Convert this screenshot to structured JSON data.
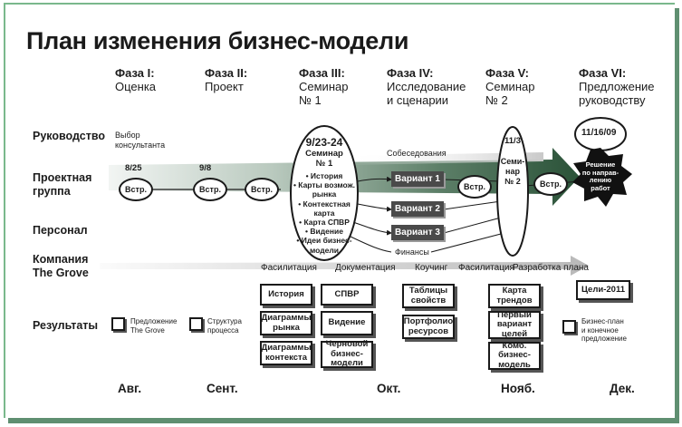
{
  "title": "План изменения бизнес-модели",
  "phases": [
    {
      "label": "Фаза I:",
      "sub": [
        "Оценка"
      ]
    },
    {
      "label": "Фаза II:",
      "sub": [
        "Проект"
      ]
    },
    {
      "label": "Фаза III:",
      "sub": [
        "Семинар",
        "№ 1"
      ]
    },
    {
      "label": "Фаза IV:",
      "sub": [
        "Исследование",
        "и сценарии"
      ]
    },
    {
      "label": "Фаза V:",
      "sub": [
        "Семинар",
        "№ 2"
      ]
    },
    {
      "label": "Фаза VI:",
      "sub": [
        "Предложение",
        "руководству"
      ]
    }
  ],
  "rows": {
    "leadership": "Руководство",
    "project_team": [
      "Проектная",
      "группа"
    ],
    "staff": "Персонал",
    "company": [
      "Компания",
      "The Grove"
    ],
    "results": "Результаты"
  },
  "annotations": {
    "consultant_choice": [
      "Выбор",
      "консультанта"
    ],
    "interviews": "Собеседования",
    "finances": "Финансы"
  },
  "dates": {
    "d1": "8/25",
    "d2": "9/8",
    "d3": "9/23-24",
    "d4": "11/3",
    "d5": "11/16/09"
  },
  "meeting_label": "Встр.",
  "seminar1": {
    "heading": [
      "Семинар",
      "№ 1"
    ],
    "items": [
      "• История",
      "• Карты возмож.",
      "рынка",
      "• Контекстная",
      "карта",
      "• Карта СПВР",
      "• Видение",
      "• Идеи бизнес-",
      "модели"
    ]
  },
  "seminar2": {
    "label": [
      "Семи-",
      "нар",
      "№ 2"
    ]
  },
  "variants": [
    "Вариант 1",
    "Вариант 2",
    "Вариант 3"
  ],
  "decision": [
    "Решение",
    "по направ-",
    "лению",
    "работ"
  ],
  "process_steps": [
    "Фасилитация",
    "Документация",
    "Коучинг",
    "Фасилитация",
    "Разработка плана"
  ],
  "results": {
    "grove_proposal": [
      "Предложение",
      "The Grove"
    ],
    "process_structure": [
      "Структура",
      "процесса"
    ],
    "history": "История",
    "spvr": "СПВР",
    "market_diagrams": [
      "Диаграммы",
      "рынка"
    ],
    "vision": "Видение",
    "context_diagrams": [
      "Диаграммы",
      "контекста"
    ],
    "draft_model": [
      "Черновой",
      "бизнес-",
      "модели"
    ],
    "property_tables": [
      "Таблицы",
      "свойств"
    ],
    "resource_portfolio": [
      "Портфолио",
      "ресурсов"
    ],
    "trend_map": [
      "Карта",
      "трендов"
    ],
    "first_variant": [
      "Первый",
      "вариант",
      "целей"
    ],
    "combined_model": [
      "Комб.",
      "бизнес-",
      "модель"
    ],
    "goals_2011": "Цели-2011",
    "business_plan": [
      "Бизнес-план",
      "и конечное",
      "предложение"
    ]
  },
  "months": [
    "Авг.",
    "Сент.",
    "Окт.",
    "Нояб.",
    "Дек."
  ],
  "colors": {
    "frame": "#7ab88c",
    "arrow_dark": "#2f5c40",
    "arrow_light": "#d7e2da",
    "ink": "#1a1a1a"
  }
}
